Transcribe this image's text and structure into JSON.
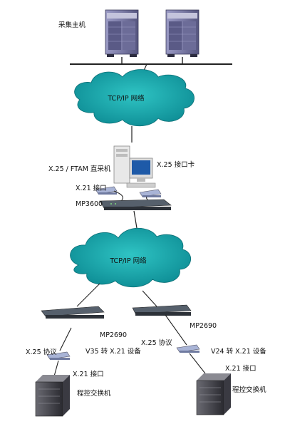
{
  "labels": {
    "host_title": "采集主机",
    "cloud_top": "TCP/IP 网络",
    "cloud_mid": "TCP/IP 网络",
    "x25_ftam": "X.25 / FTAM 直采机",
    "x25_card": "X.25  接口卡",
    "x21_top": "X.21 接口",
    "mp3600": "MP3600",
    "mp2690_left": "MP2690",
    "mp2690_right": "MP2690",
    "x25_proto_left": "X.25 协议",
    "x25_proto_right": "X.25 协议",
    "v35_conv": "V35 转 X.21 设备",
    "v24_conv": "V24 转 X.21 设备",
    "x21_left": "X.21 接口",
    "x21_right": "X.21 接口",
    "pbx_left": "程控交换机",
    "pbx_right": "程控交换机"
  },
  "colors": {
    "cloud": "#1aa8a8",
    "cloud_dark": "#0e7f86",
    "server_body": "#7f7fa8",
    "server_dark": "#4c4c76",
    "router": "#3a3f48",
    "line": "#222222"
  }
}
